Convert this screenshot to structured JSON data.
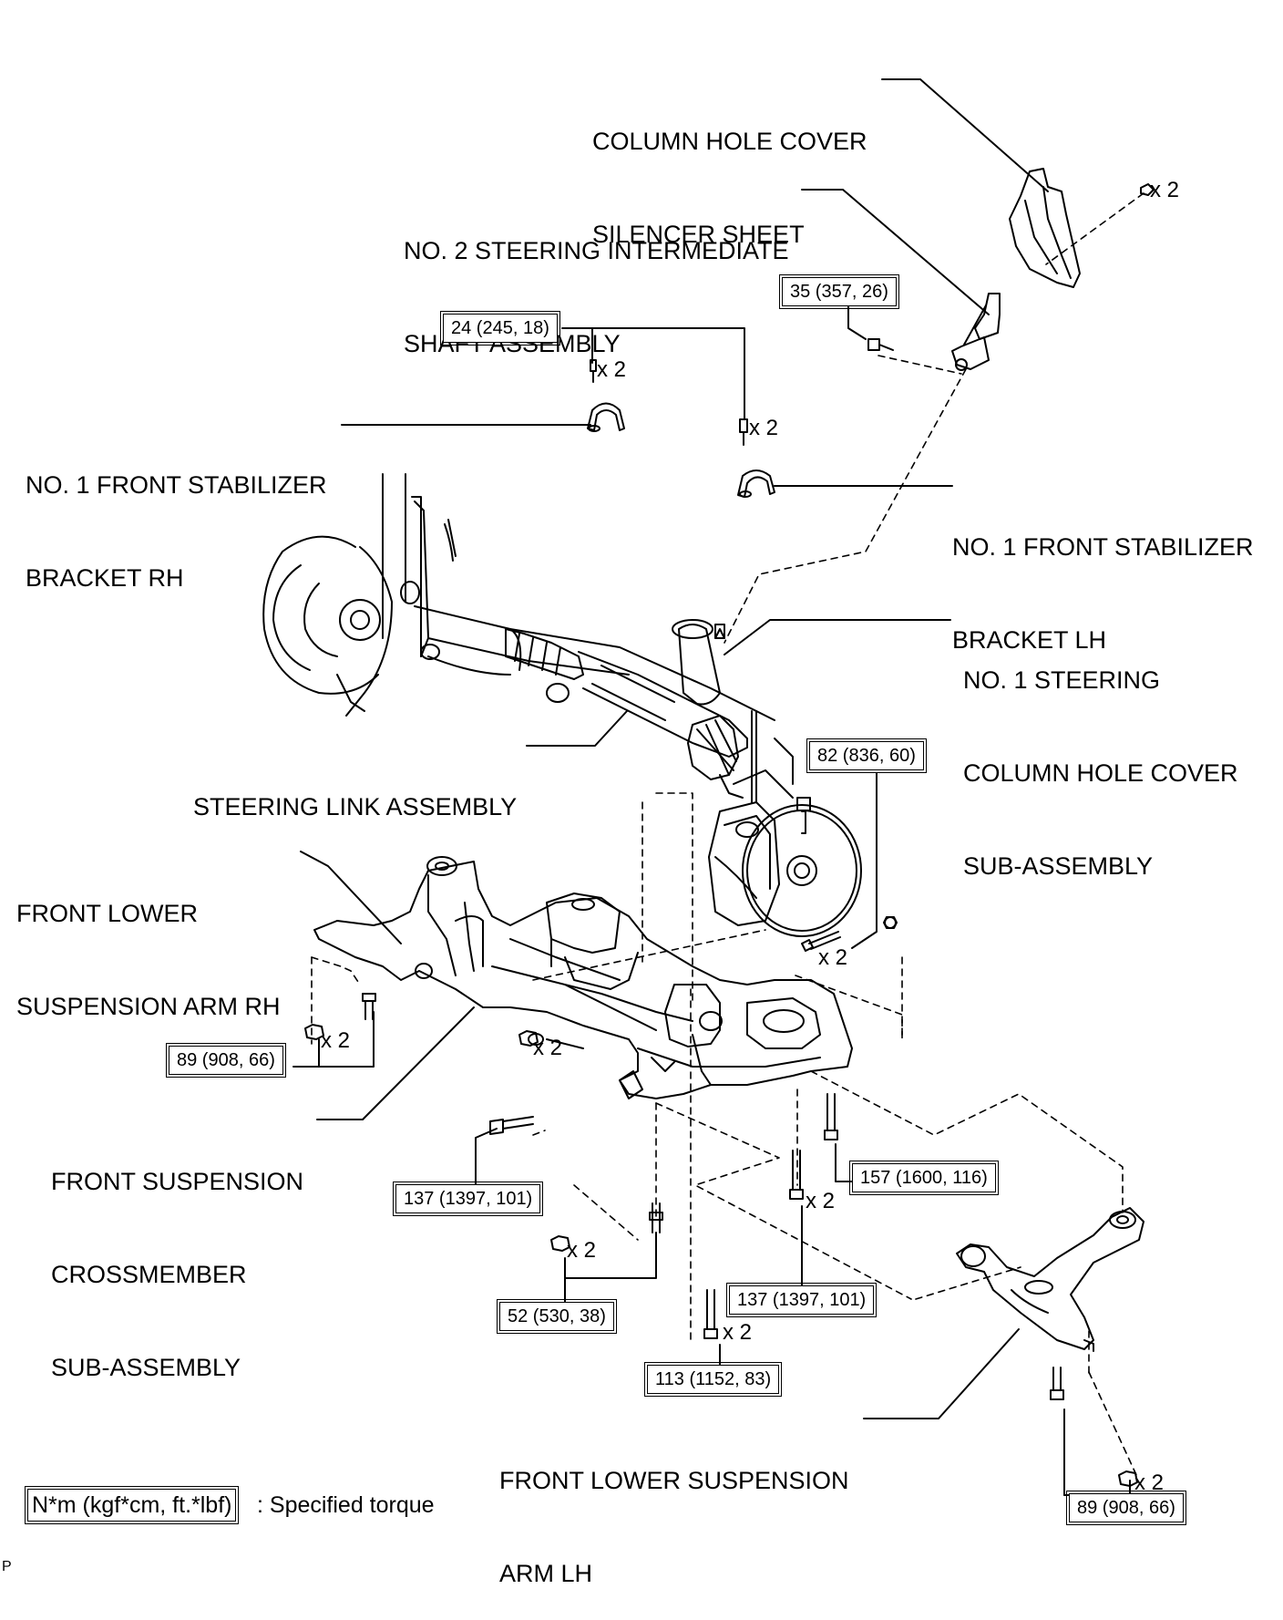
{
  "parts": {
    "column_hole_cover_silencer": [
      "COLUMN HOLE COVER",
      "SILENCER SHEET"
    ],
    "intermediate_shaft": [
      "NO. 2 STEERING INTERMEDIATE",
      "SHAFT ASSEMBLY"
    ],
    "stabilizer_bracket_rh": [
      "NO. 1 FRONT STABILIZER",
      "BRACKET RH"
    ],
    "stabilizer_bracket_lh": [
      "NO. 1 FRONT STABILIZER",
      "BRACKET LH"
    ],
    "column_hole_cover_sub": [
      "NO. 1 STEERING",
      "COLUMN HOLE COVER",
      "SUB-ASSEMBLY"
    ],
    "steering_link": "STEERING LINK ASSEMBLY",
    "lower_arm_rh": [
      "FRONT LOWER",
      "SUSPENSION ARM RH"
    ],
    "crossmember": [
      "FRONT SUSPENSION",
      "CROSSMEMBER",
      "SUB-ASSEMBLY"
    ],
    "lower_arm_lh": [
      "FRONT LOWER SUSPENSION",
      "ARM LH"
    ]
  },
  "torques": {
    "t1": "35 (357, 26)",
    "t2": "24 (245, 18)",
    "t3": "82 (836, 60)",
    "t4": "89 (908, 66)",
    "t5": "137 (1397, 101)",
    "t6": "157 (1600, 116)",
    "t7": "52 (530, 38)",
    "t8": "137 (1397, 101)",
    "t9": "113 (1152, 83)",
    "t10": "89 (908, 66)"
  },
  "quantity_label": "x 2",
  "legend": {
    "box": "N*m (kgf*cm, ft.*lbf)",
    "text": ": Specified torque"
  },
  "figure_code": "P"
}
